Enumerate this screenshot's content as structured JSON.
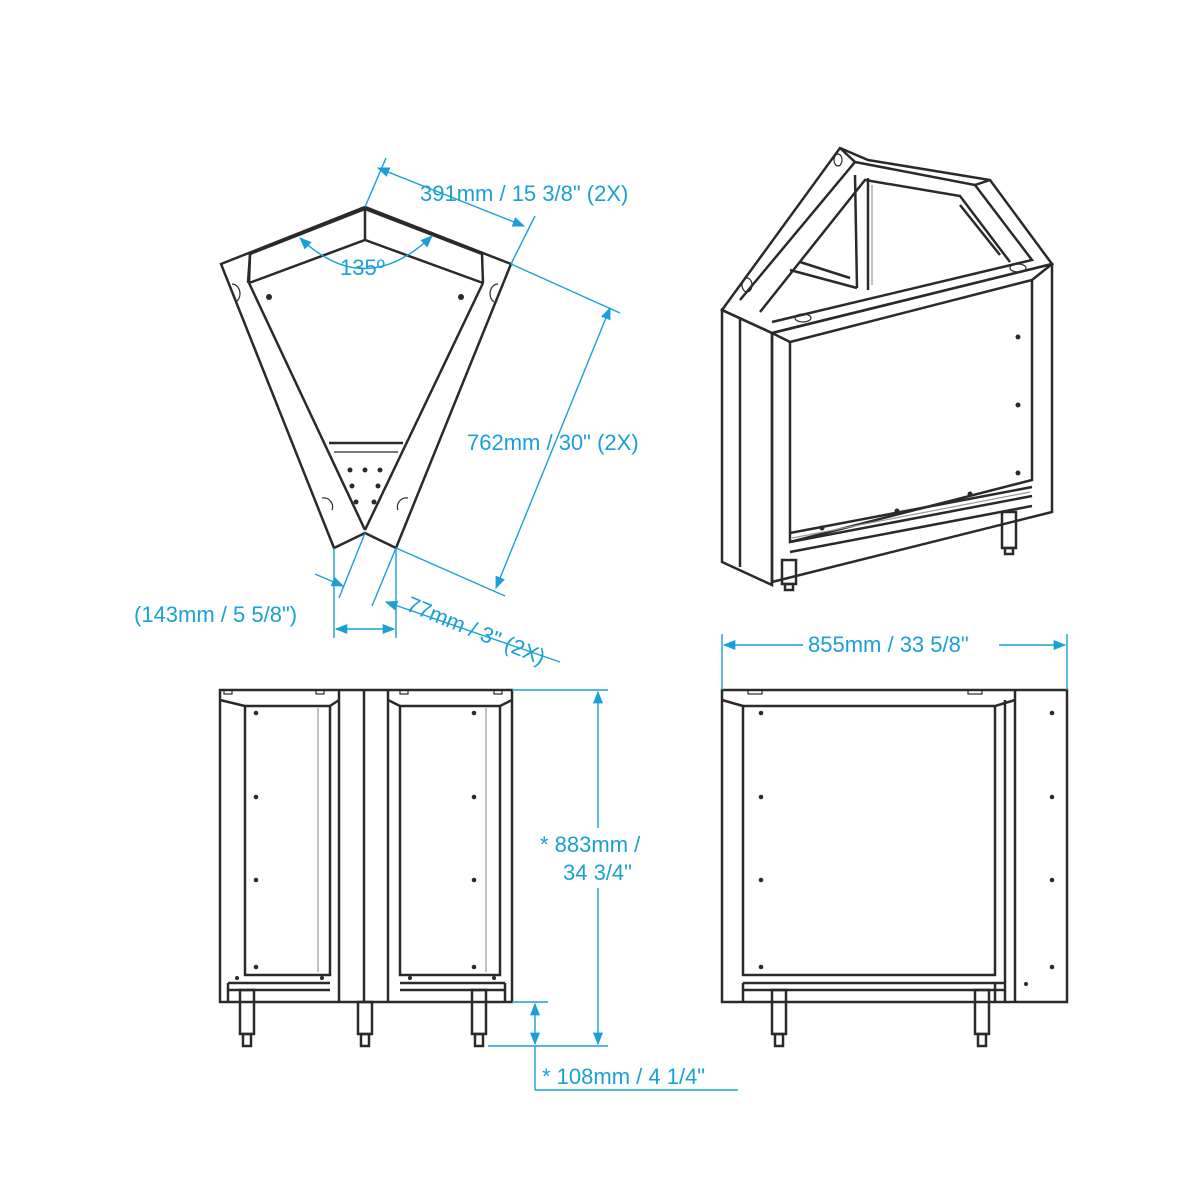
{
  "accent_color": "#1aa0d6",
  "line_color": "#2a2a2a",
  "views": [
    "top-view",
    "isometric-view",
    "front-view",
    "side-view"
  ],
  "dimensions": {
    "side_length": "391mm / 15 3/8\" (2X)",
    "corner_angle": "135º",
    "depth": "762mm / 30\" (2X)",
    "opening_width": "(143mm / 5 5/8\")",
    "panel_width": "77mm / 3\" (2X)",
    "overall_width": "855mm / 33 5/8\"",
    "height_line1": "* 883mm /",
    "height_line2": "34 3/4\"",
    "leg_height": "* 108mm / 4 1/4\""
  }
}
